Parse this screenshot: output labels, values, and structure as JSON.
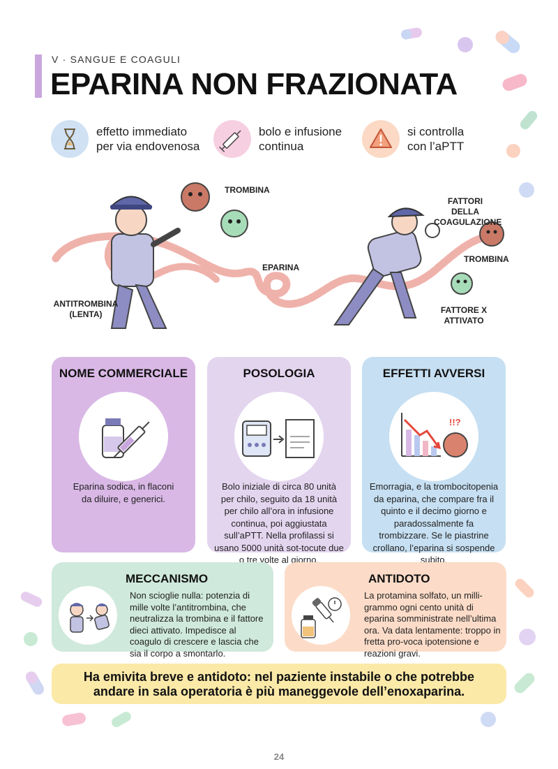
{
  "header": {
    "kicker": "V · SANGUE E COAGULI",
    "title": "EPARINA NON FRAZIONATA"
  },
  "features": [
    {
      "icon": "hourglass-icon",
      "line1": "effetto immediato",
      "line2": "per via endovenosa",
      "color": "#cfe1f3"
    },
    {
      "icon": "syringe-icon",
      "line1": "bolo e infusione",
      "line2": "continua",
      "color": "#f6cfe0"
    },
    {
      "icon": "warning-icon",
      "line1": "si controlla",
      "line2": "con l’aPTT",
      "color": "#fbd9c4"
    }
  ],
  "illustration": {
    "trombina_top": "TROMBINA",
    "fattori_line1": "FATTORI DELLA",
    "fattori_line2": "COAGULAZIONE",
    "eparina": "EPARINA",
    "trombina_right": "TROMBINA",
    "antitrombina_line1": "ANTITROMBINA",
    "antitrombina_line2": "(LENTA)",
    "fattore_x_line1": "FATTORE X",
    "fattore_x_line2": "ATTIVATO"
  },
  "cards": {
    "nome": {
      "title": "NOME COMMERCIALE",
      "body": "Eparina sodica, in flaconi da diluire, e generici.",
      "color": "#d9b8e6"
    },
    "posologia": {
      "title": "POSOLOGIA",
      "body": "Bolo iniziale di circa 80 unità per chilo, seguito da 18 unità per chilo all’ora in infusione continua, poi aggiustata sull’aPTT. Nella profilassi si usano 5000 unità sot-tocute due o tre volte al giorno.",
      "color": "#e4d5ef"
    },
    "effetti": {
      "title": "EFFETTI AVVERSI",
      "body": "Emorragia, e la trombocitopenia da eparina, che compare fra il quinto e il decimo giorno e paradossalmente fa trombizzare. Se le piastrine crollano, l’eparina si sospende subito.",
      "color": "#c6dff2"
    },
    "meccanismo": {
      "title": "MECCANISMO",
      "body": "Non scioglie nulla: potenzia di mille volte l’antitrombina, che neutralizza la trombina e il fattore dieci attivato. Impedisce al coagulo di crescere e lascia che sia il corpo a smontarlo.",
      "color": "#cfe9dc"
    },
    "antidoto": {
      "title": "ANTIDOTO",
      "body": "La protamina solfato, un milli-grammo ogni cento unità di eparina somministrate nell’ultima ora. Va data lentamente: troppo in fretta pro-voca ipotensione e reazioni gravi.",
      "color": "#fcdcc8"
    }
  },
  "summary": {
    "line1": "Ha emivita breve e antidoto: nel paziente instabile o che potrebbe",
    "line2": "andare in sala operatoria è più maneggevole dell’enoxaparina."
  },
  "page_number": "24"
}
